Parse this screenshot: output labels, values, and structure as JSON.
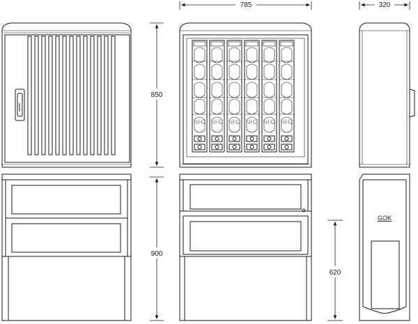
{
  "dimensions": {
    "front_width": "785",
    "side_depth": "320",
    "upper_height": "850",
    "lower_height": "900",
    "foundation_height": "620"
  },
  "fuse_label": "NH2",
  "fuse_count": 6,
  "ground_label": "GOK",
  "colors": {
    "line": "#1a1a1a",
    "fuse_text": "#888888"
  }
}
